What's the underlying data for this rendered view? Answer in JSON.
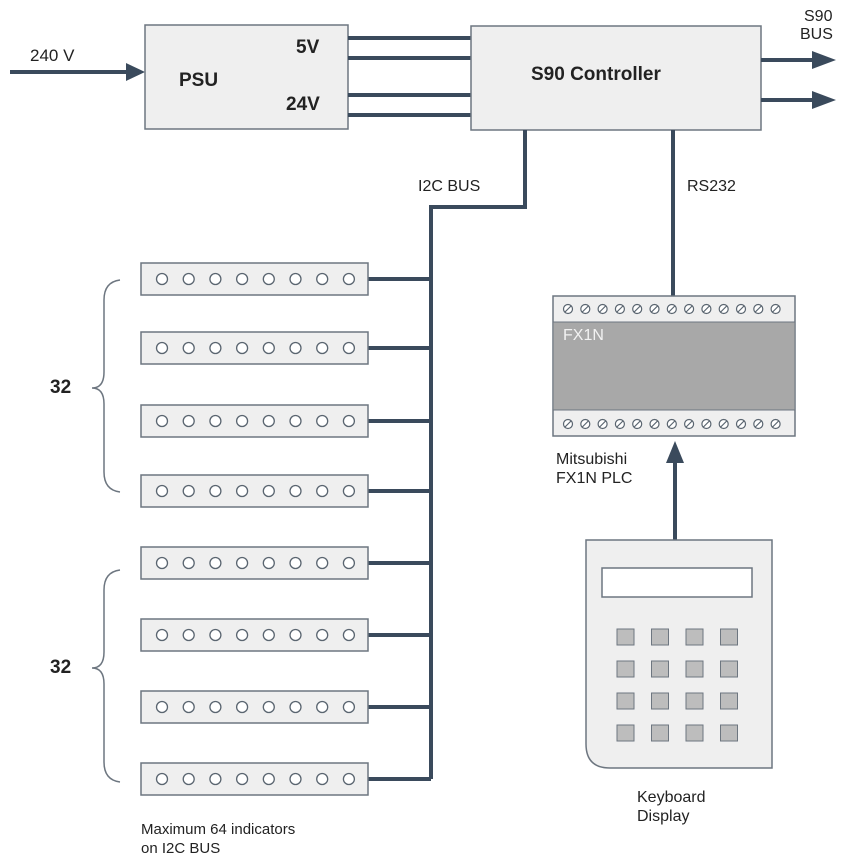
{
  "power": {
    "input_label": "240 V",
    "psu_label": "PSU",
    "out_5v": "5V",
    "out_24v": "24V"
  },
  "controller": {
    "label": "S90 Controller",
    "bus_label_line1": "S90",
    "bus_label_line2": "BUS"
  },
  "buses": {
    "i2c_label": "I2C BUS",
    "rs232_label": "RS232"
  },
  "indicator_groups": [
    {
      "count_label": "32"
    },
    {
      "count_label": "32"
    }
  ],
  "indicators_note": {
    "line1": "Maximum 64 indicators",
    "line2": "on I2C BUS"
  },
  "plc": {
    "model_text": "FX1N",
    "caption_line1": "Mitsubishi",
    "caption_line2": "FX1N PLC"
  },
  "keypad": {
    "caption_line1": "Keyboard",
    "caption_line2": "Display"
  },
  "colors": {
    "line": "#3a4a5c",
    "box_fill": "#efefef",
    "plc_band": "#a8a8a8",
    "key_fill": "#bdbdbd"
  }
}
